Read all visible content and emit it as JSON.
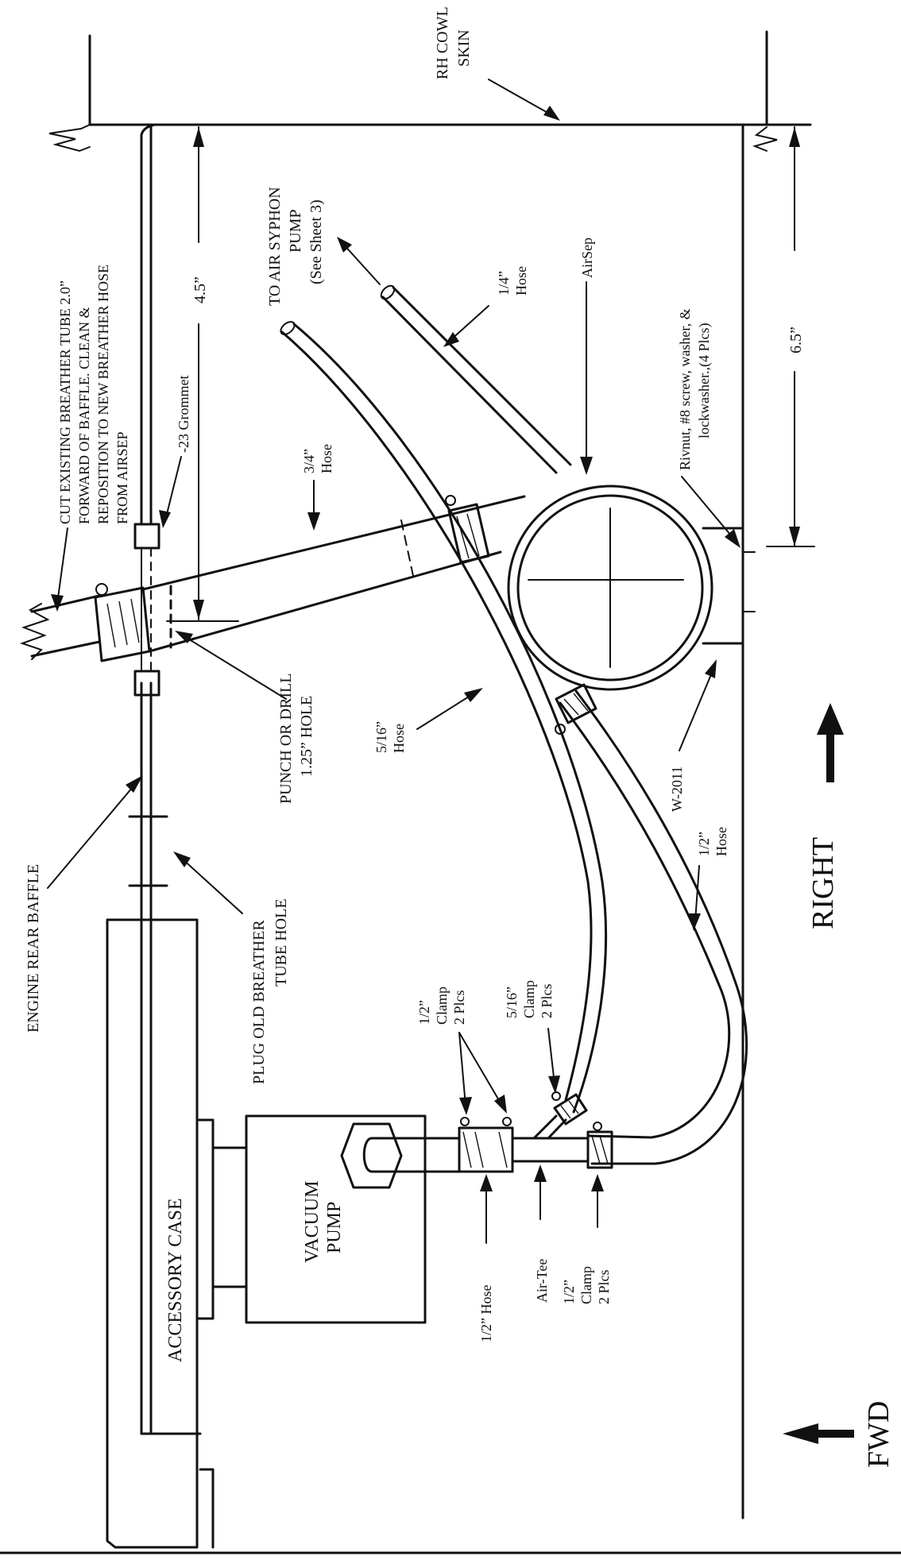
{
  "labels": {
    "rh_cowl_skin": [
      "RH COWL",
      "SKIN"
    ],
    "cut_breather": [
      "CUT EXISTING BREATHER TUBE 2.0”",
      "FORWARD OF BAFFLE.  CLEAN &",
      "REPOSITION TO NEW BREATHER HOSE",
      "FROM AIRSEP"
    ],
    "grommet": "-23 Grommet",
    "dim_4_5": "4.5”",
    "dim_6_5": "6.5”",
    "to_air_syphon": [
      "TO AIR SYPHON",
      "PUMP",
      "(See Sheet 3)"
    ],
    "hose_quarter": [
      "1/4”",
      "Hose"
    ],
    "airsep": "AirSep",
    "rivnut": [
      "Rivnut, #8 screw, washer, &",
      "lockwasher.,(4 Plcs)"
    ],
    "hose_three_quarter": [
      "3/4”",
      "Hose"
    ],
    "punch_drill": [
      "PUNCH OR  DRILL",
      "1.25” HOLE"
    ],
    "hose_5_16": [
      "5/16”",
      "Hose"
    ],
    "w2011": "W-2011",
    "engine_rear_baffle": "ENGINE REAR BAFFLE",
    "plug_breather": [
      "PLUG OLD BREATHER",
      "TUBE HOLE"
    ],
    "hose_half": [
      "1/2”",
      "Hose"
    ],
    "right": "RIGHT",
    "clamp_half_top": [
      "1/2”",
      "Clamp",
      "2 Plcs"
    ],
    "clamp_5_16": [
      "5/16”",
      "Clamp",
      "2 Plcs"
    ],
    "accessory_case": "ACCESSORY CASE",
    "vacuum_pump": [
      "VACUUM",
      "PUMP"
    ],
    "half_hose_bottom": "1/2” Hose",
    "air_tee": "Air-Tee",
    "clamp_half_bottom": [
      "1/2”",
      "Clamp",
      "2 Plcs"
    ],
    "fwd": "FWD"
  }
}
